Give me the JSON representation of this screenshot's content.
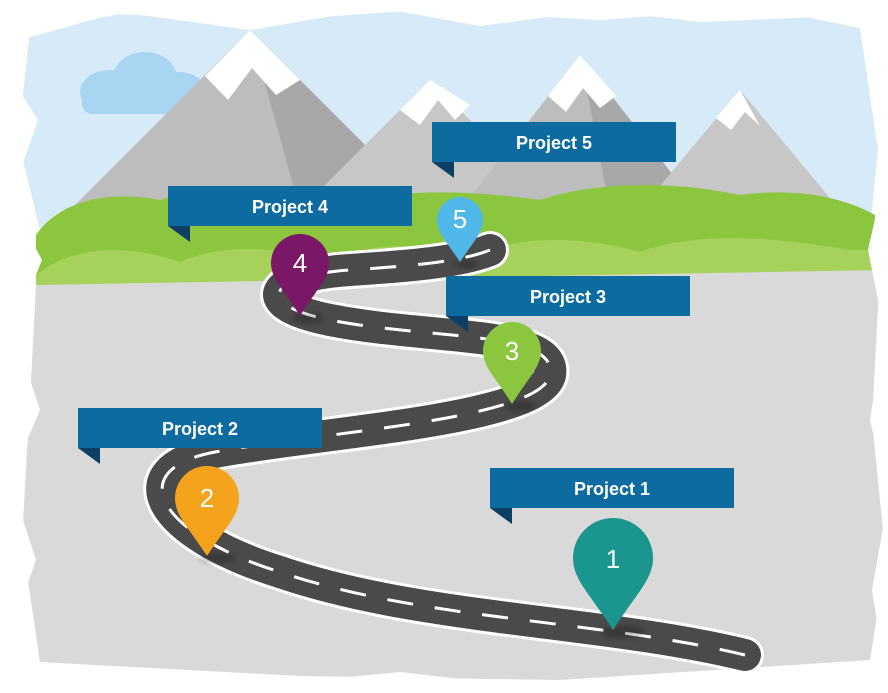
{
  "roadmap": {
    "milestones": [
      {
        "number": "1",
        "label": "Project 1",
        "color": "#1b968f"
      },
      {
        "number": "2",
        "label": "Project 2",
        "color": "#f5a21c"
      },
      {
        "number": "3",
        "label": "Project 3",
        "color": "#8cc63f"
      },
      {
        "number": "4",
        "label": "Project 4",
        "color": "#7a1766"
      },
      {
        "number": "5",
        "label": "Project 5",
        "color": "#4fb8e8"
      }
    ],
    "colors": {
      "banner": "#0e6ba0",
      "banner_fold": "#0b3f63",
      "road": "#4a4a4a",
      "sky": "#d6ebf7",
      "ground": "#d9d9d9",
      "hills": "#8cc63f",
      "mountains": "#bdbdbd"
    }
  }
}
